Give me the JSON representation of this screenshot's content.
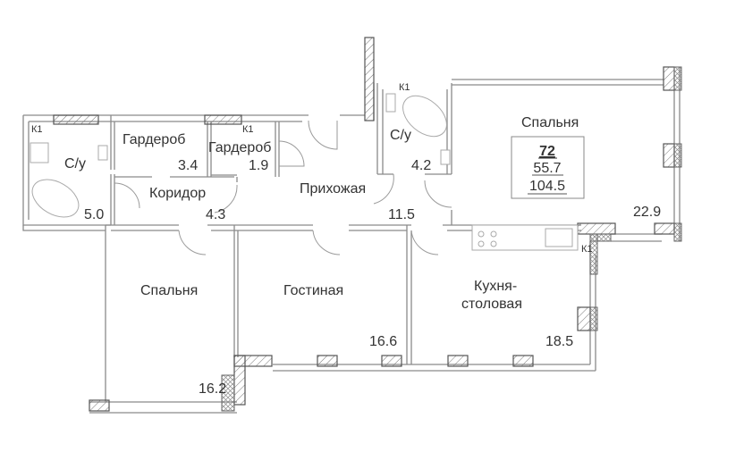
{
  "plan": {
    "apartment": {
      "number": "72",
      "living_area": "55.7",
      "total_area": "104.5"
    },
    "rooms": [
      {
        "name": "Гардероб",
        "area": "3.4"
      },
      {
        "name": "Гардероб",
        "area": "1.9"
      },
      {
        "name": "С/у",
        "area": "5.0"
      },
      {
        "name": "Коридор",
        "area": "4.3"
      },
      {
        "name": "Прихожая",
        "area": "11.5"
      },
      {
        "name": "С/у",
        "area": "4.2"
      },
      {
        "name": "Спальня",
        "area": "22.9"
      },
      {
        "name": "Спальня",
        "area": "16.2"
      },
      {
        "name": "Гостиная",
        "area": "16.6"
      },
      {
        "name": "Кухня-",
        "name2": "столовая",
        "area": "18.5"
      }
    ],
    "shaft_label": "К1"
  }
}
